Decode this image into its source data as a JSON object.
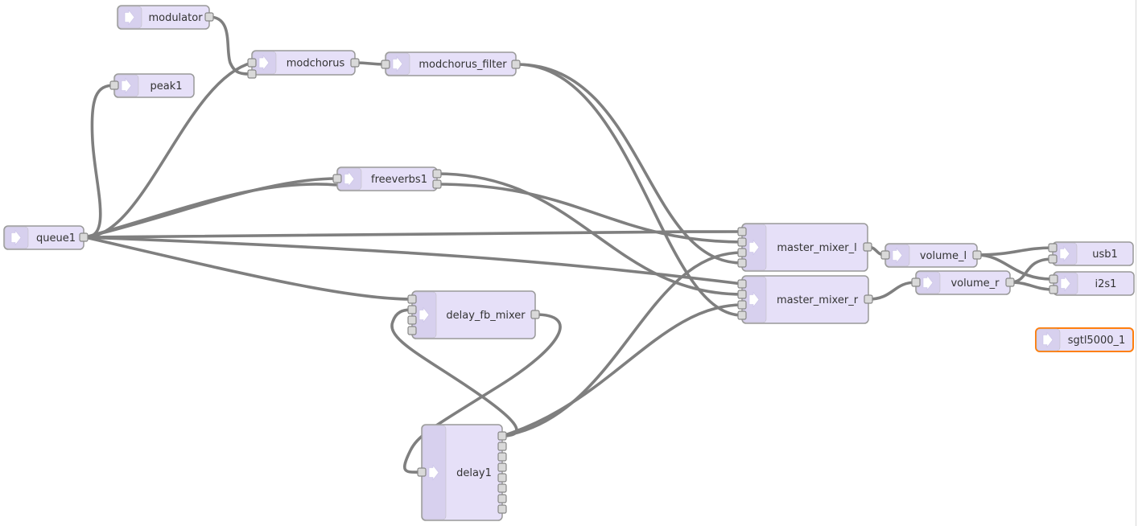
{
  "nodes": {
    "modulator": "modulator",
    "peak1": "peak1",
    "modchorus": "modchorus",
    "modchorus_filter": "modchorus_filter",
    "freeverbs1": "freeverbs1",
    "queue1": "queue1",
    "master_mixer_l": "master_mixer_l",
    "master_mixer_r": "master_mixer_r",
    "volume_l": "volume_l",
    "volume_r": "volume_r",
    "usb1": "usb1",
    "i2s1": "i2s1",
    "sgtl5000_1": "sgtl5000_1",
    "delay_fb_mixer": "delay_fb_mixer",
    "delay1": "delay1"
  },
  "selected_node": "sgtl5000_1",
  "colors": {
    "node_fill": "#e6e0f8",
    "wire": "#7f7f7f",
    "selected_outline": "#ff7f0e"
  },
  "icon": "speaker-arrow-icon"
}
